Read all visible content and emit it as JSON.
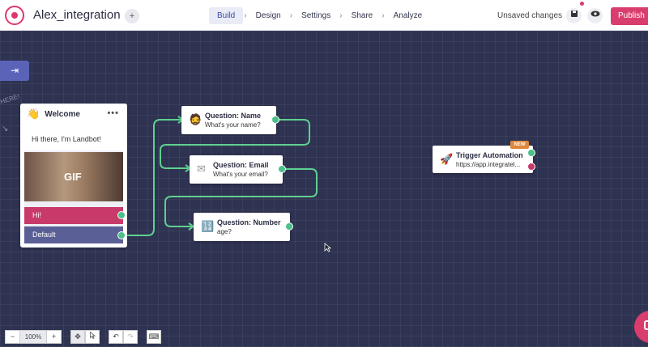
{
  "topbar": {
    "bot_name": "Alex_integration",
    "nav": [
      "Build",
      "Design",
      "Settings",
      "Share",
      "Analyze"
    ],
    "active_tab": "Build",
    "separator": "›",
    "status": "Unsaved changes",
    "publish_label": "Publish",
    "icons": [
      "landbot-logo-icon",
      "add-collaborator-icon",
      "save-icon",
      "preview-eye-icon"
    ]
  },
  "canvas": {
    "scribble": "HERE!",
    "welcome": {
      "emoji": "👋",
      "title": "Welcome",
      "menu": "•••",
      "message": "Hi there, I'm Landbot!",
      "gif_label": "GIF",
      "buttons": [
        "Hi!",
        "Default"
      ]
    },
    "nodes": [
      {
        "emoji": "🧔",
        "title": "Question: Name",
        "subtitle": "What's your name?"
      },
      {
        "emoji": "✉",
        "title": "Question: Email",
        "subtitle": "What's your email?"
      },
      {
        "emoji": "🔢",
        "title": "Question: Number",
        "subtitle": "age?"
      },
      {
        "emoji": "🚀",
        "title": "Trigger Automation",
        "subtitle": "https://app.integratel..."
      }
    ],
    "new_badge": "NEW",
    "accent_colors": {
      "primary": "#5a63b8",
      "publish": "#d93d6d",
      "port_green": "#4cc08a",
      "port_red": "#c83a6a"
    }
  },
  "toolbar": {
    "minus": "−",
    "zoom": "100%",
    "plus": "+",
    "icons": [
      "move-icon",
      "pointer-icon",
      "undo-icon",
      "redo-icon",
      "keyboard-icon"
    ]
  }
}
